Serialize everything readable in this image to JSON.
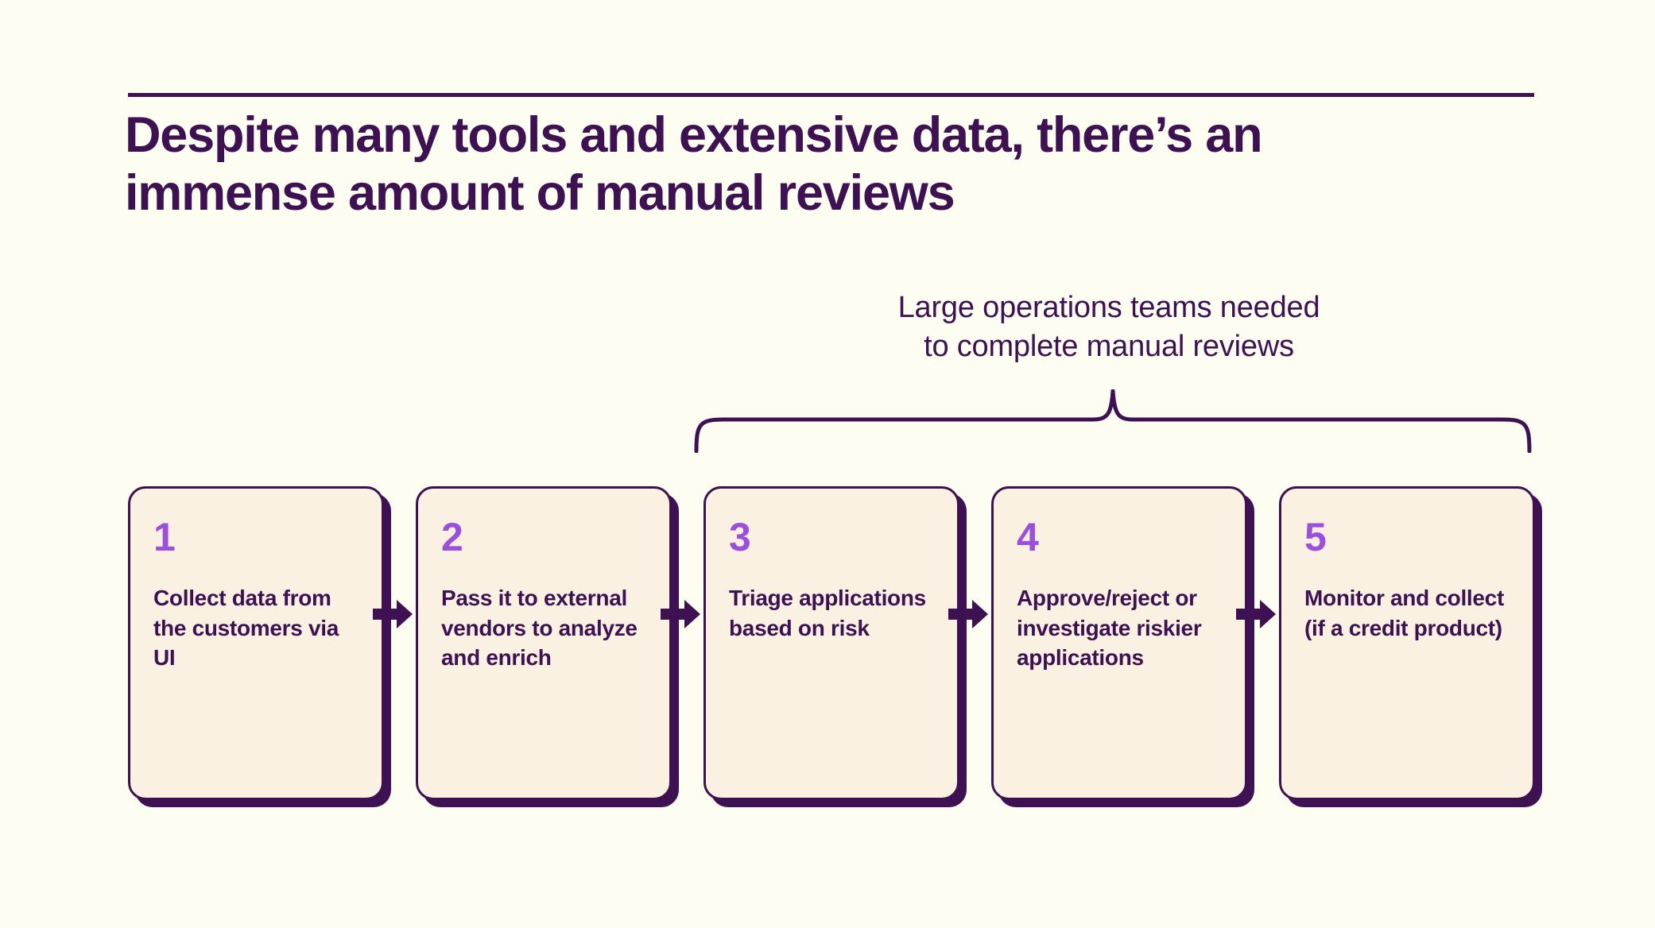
{
  "theme": {
    "background": "#FDFDF2",
    "card_fill": "#FAF1E2",
    "ink_dark_purple": "#3D1152",
    "accent_purple": "#9A4FDD"
  },
  "header": {
    "rule": "horizontal-rule",
    "title": "Despite many tools and extensive data, there’s an immense amount of manual reviews"
  },
  "callout": {
    "label": "Large operations teams needed\nto complete manual reviews",
    "brace": "curly-brace-spanning-steps-3-to-5"
  },
  "flow": {
    "arrow_icon": "arrow-right-icon",
    "steps": [
      {
        "number": "1",
        "text": "Collect data from the customers via UI"
      },
      {
        "number": "2",
        "text": "Pass it to external vendors to analyze and enrich"
      },
      {
        "number": "3",
        "text": "Triage applications based on risk"
      },
      {
        "number": "4",
        "text": "Approve/reject or investigate riskier applications"
      },
      {
        "number": "5",
        "text": "Monitor and collect (if a credit product)"
      }
    ]
  }
}
